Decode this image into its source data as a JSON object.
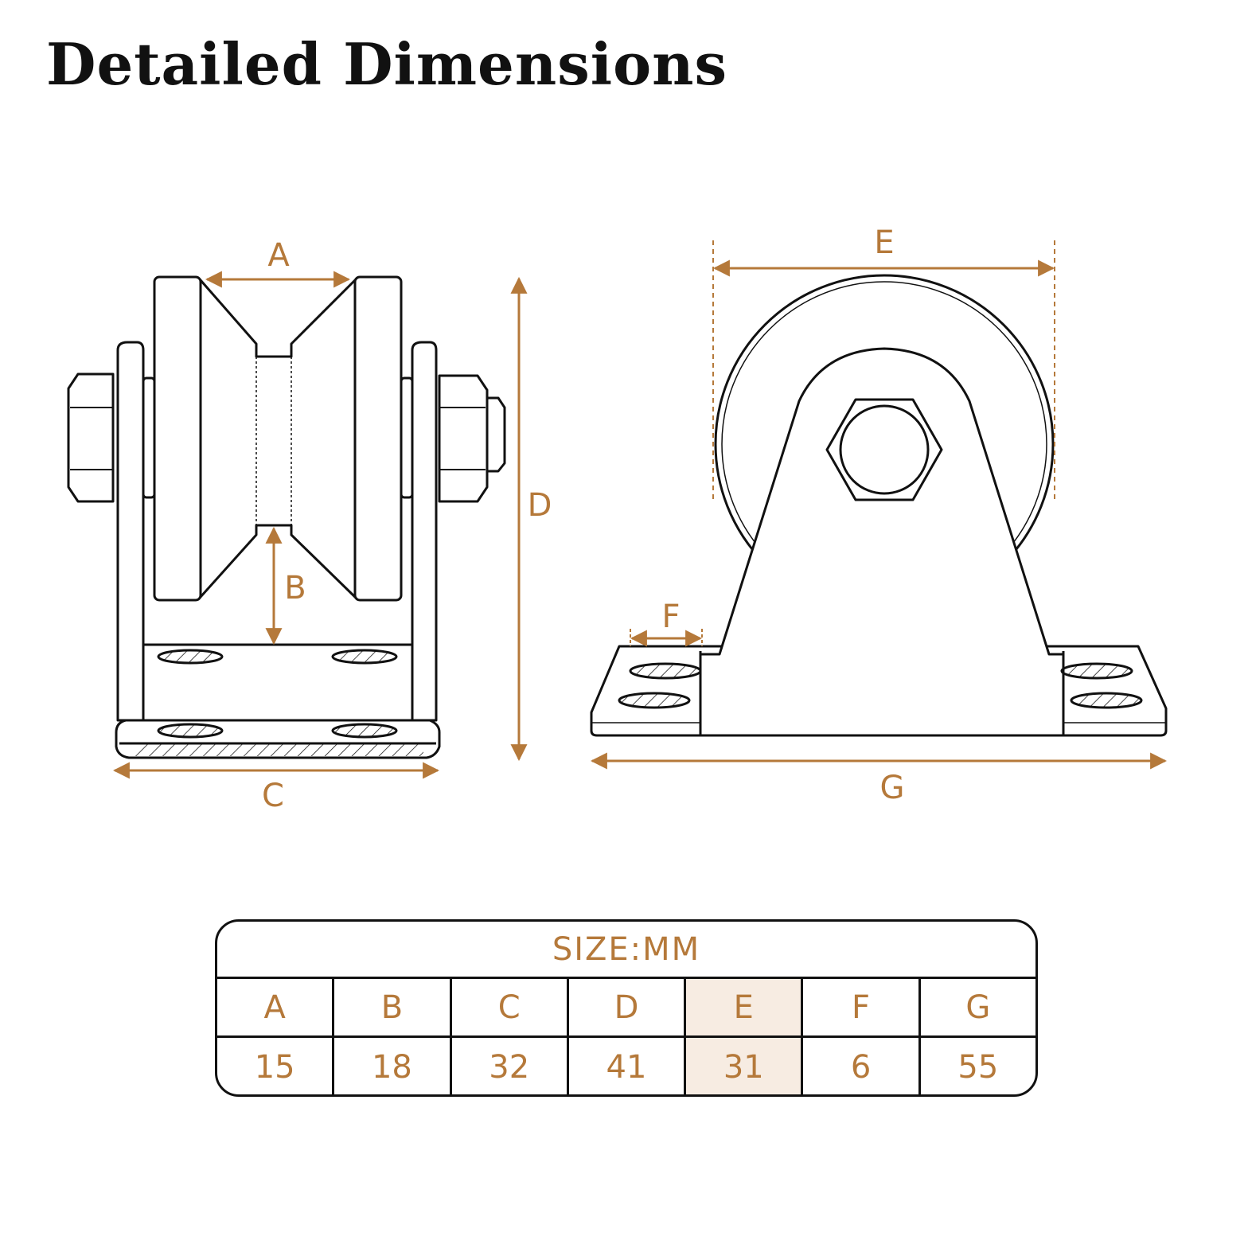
{
  "title": "Detailed Dimensions",
  "colors": {
    "accent": "#b5793a",
    "line": "#111111",
    "highlight": "#f7ece2"
  },
  "labels": {
    "a": "A",
    "b": "B",
    "c": "C",
    "d": "D",
    "e": "E",
    "f": "F",
    "g": "G"
  },
  "table": {
    "caption": "SIZE:MM",
    "headers": [
      "A",
      "B",
      "C",
      "D",
      "E",
      "F",
      "G"
    ],
    "values": [
      "15",
      "18",
      "32",
      "41",
      "31",
      "6",
      "55"
    ],
    "highlighted_column": "E"
  }
}
